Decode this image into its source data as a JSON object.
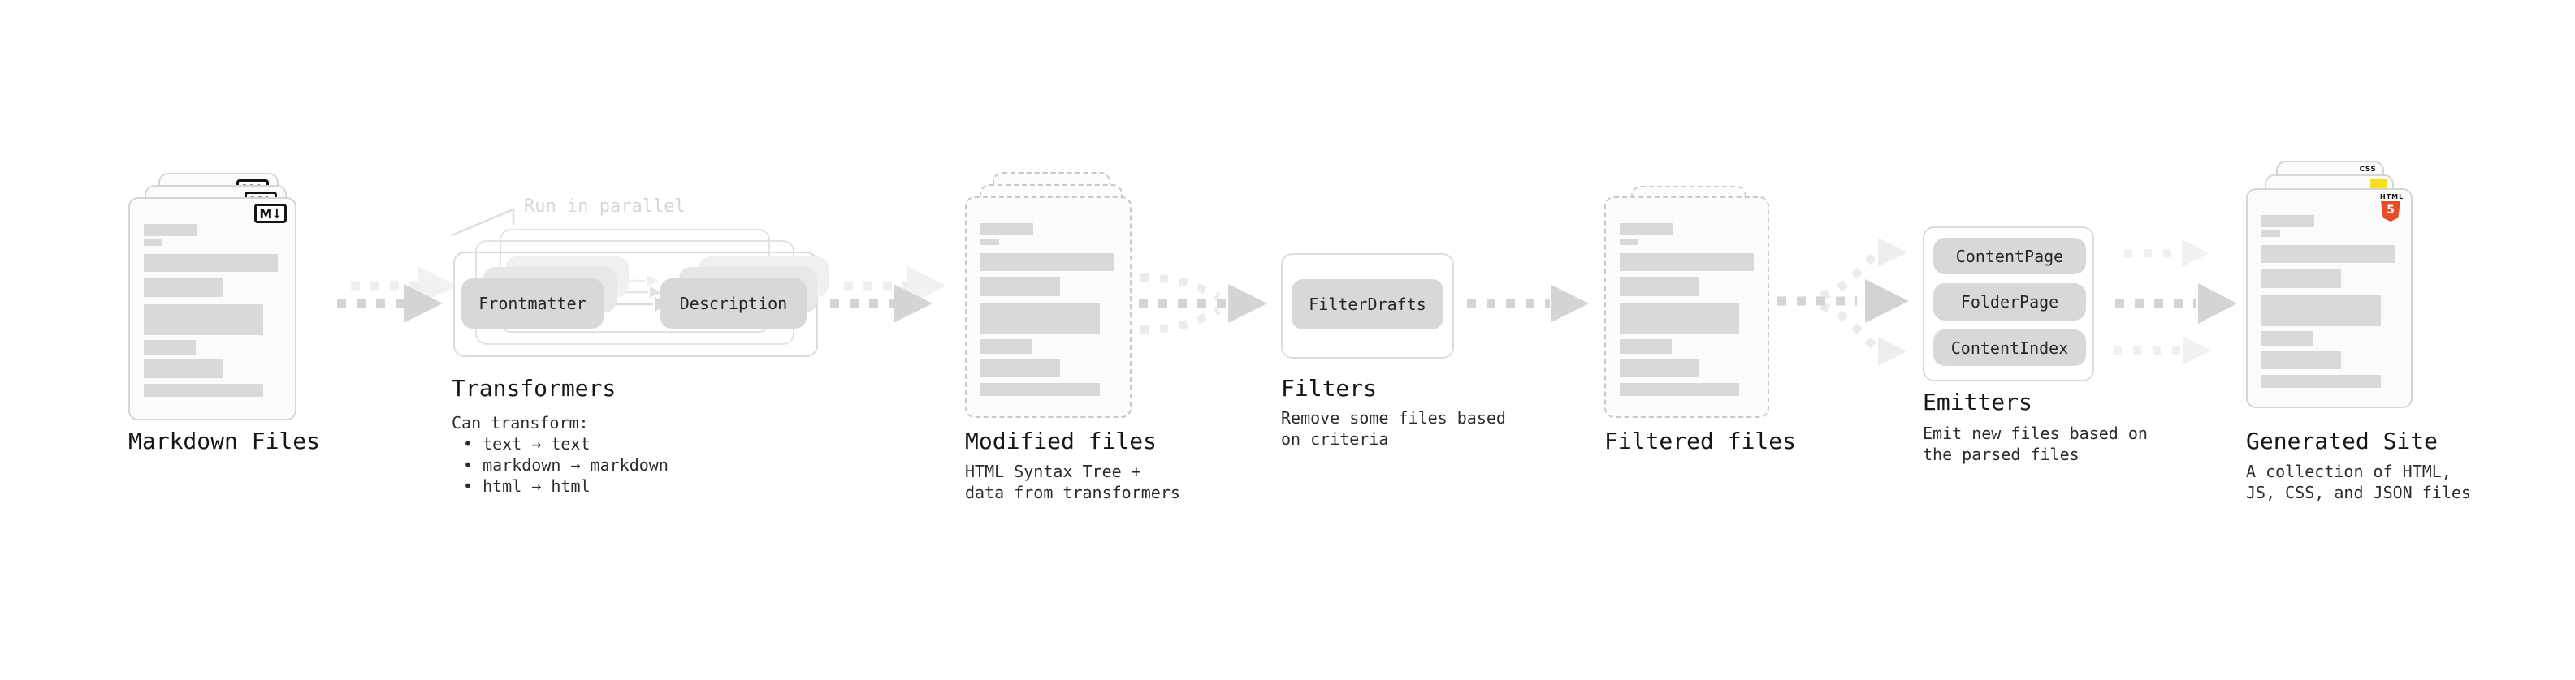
{
  "diagram": {
    "markdown_files": {
      "label": "Markdown Files"
    },
    "transformers": {
      "label": "Transformers",
      "parallel_note": "Run in parallel",
      "pill_from": "Frontmatter",
      "pill_to": "Description",
      "description": "Can transform:",
      "bullets": [
        "• text → text",
        "• markdown → markdown",
        "• html → html"
      ]
    },
    "modified_files": {
      "label": "Modified files",
      "description_lines": [
        "HTML Syntax Tree +",
        "data from transformers"
      ]
    },
    "filters": {
      "label": "Filters",
      "pill": "FilterDrafts",
      "description_lines": [
        "Remove some files based",
        "on criteria"
      ]
    },
    "filtered_files": {
      "label": "Filtered files"
    },
    "emitters": {
      "label": "Emitters",
      "pills": [
        "ContentPage",
        "FolderPage",
        "ContentIndex"
      ],
      "description_lines": [
        "Emit new files based on",
        "the parsed files"
      ]
    },
    "generated_site": {
      "label": "Generated Site",
      "description_lines": [
        "A collection of HTML,",
        "JS, CSS, and JSON files"
      ]
    }
  },
  "icons": {
    "markdown": "M↓",
    "html5_label": "HTML",
    "html5_number": "5",
    "css_label": "CSS"
  },
  "colors": {
    "html5_orange": "#e44d26",
    "js_yellow": "#f7df1e",
    "css_blue": "#2d6ce0",
    "arrow_gray": "#d4d4d4",
    "arrow_ghost": "#eeeeee",
    "pill_gray": "#d8d8d8",
    "bar_gray": "#d9d9d9"
  }
}
